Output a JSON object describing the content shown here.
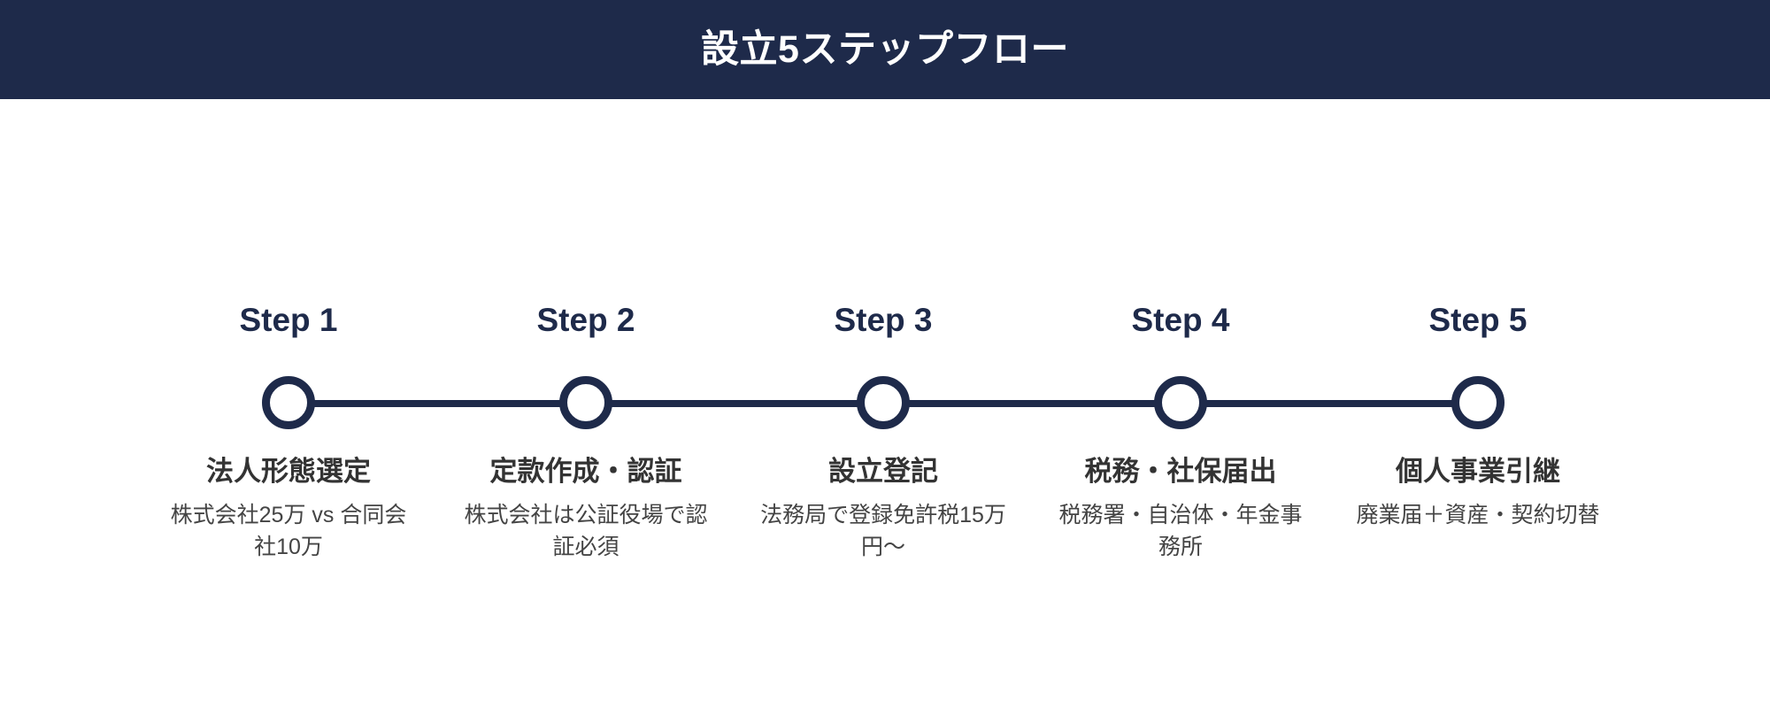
{
  "header": {
    "title": "設立5ステップフロー",
    "background_color": "#1e2a4a",
    "text_color": "#ffffff"
  },
  "theme": {
    "accent_color": "#1e2a4a",
    "title_color": "#333333",
    "desc_color": "#444444",
    "page_background": "#ffffff"
  },
  "timeline": {
    "node_count": 5,
    "node_marker": "hollow-circle",
    "connector": "horizontal-line",
    "steps": [
      {
        "label": "Step 1",
        "title": "法人形態選定",
        "desc": "株式会社25万 vs 合同会社10万"
      },
      {
        "label": "Step 2",
        "title": "定款作成・認証",
        "desc": "株式会社は公証役場で認証必須"
      },
      {
        "label": "Step 3",
        "title": "設立登記",
        "desc": "法務局で登録免許税15万円〜"
      },
      {
        "label": "Step 4",
        "title": "税務・社保届出",
        "desc": "税務署・自治体・年金事務所"
      },
      {
        "label": "Step 5",
        "title": "個人事業引継",
        "desc": "廃業届＋資産・契約切替"
      }
    ]
  }
}
